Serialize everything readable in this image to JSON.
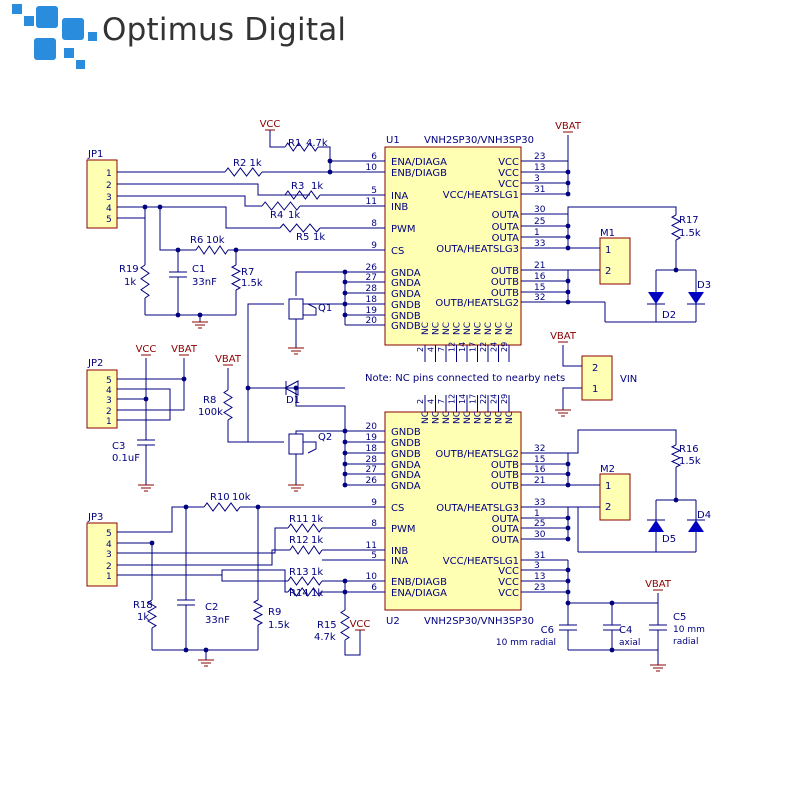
{
  "brand": {
    "name": "Optimus Digital",
    "accent": "#2a8cdc"
  },
  "colors": {
    "wire": "#000080",
    "chip_fill": "#ffffb4",
    "chip_border": "#8b0000",
    "power_label": "#8b0000",
    "junction": "#000080",
    "ground": "#8b0000"
  },
  "u1": {
    "ref": "U1",
    "part": "VNH2SP30/VNH3SP30",
    "left_pins": [
      {
        "num": "6",
        "name": "ENA/DIAGA"
      },
      {
        "num": "10",
        "name": "ENB/DIAGB"
      },
      {
        "num": "5",
        "name": "INA"
      },
      {
        "num": "11",
        "name": "INB"
      },
      {
        "num": "8",
        "name": "PWM"
      },
      {
        "num": "9",
        "name": "CS"
      },
      {
        "num": "26",
        "name": "GNDA"
      },
      {
        "num": "27",
        "name": "GNDA"
      },
      {
        "num": "28",
        "name": "GNDA"
      },
      {
        "num": "18",
        "name": "GNDB"
      },
      {
        "num": "19",
        "name": "GNDB"
      },
      {
        "num": "20",
        "name": "GNDB"
      }
    ],
    "right_pins": [
      {
        "num": "23",
        "name": "VCC"
      },
      {
        "num": "13",
        "name": "VCC"
      },
      {
        "num": "3",
        "name": "VCC"
      },
      {
        "num": "31",
        "name": "VCC/HEATSLG1"
      },
      {
        "num": "30",
        "name": "OUTA"
      },
      {
        "num": "25",
        "name": "OUTA"
      },
      {
        "num": "1",
        "name": "OUTA"
      },
      {
        "num": "33",
        "name": "OUTA/HEATSLG3"
      },
      {
        "num": "21",
        "name": "OUTB"
      },
      {
        "num": "16",
        "name": "OUTB"
      },
      {
        "num": "15",
        "name": "OUTB"
      },
      {
        "num": "32",
        "name": "OUTB/HEATSLG2"
      }
    ],
    "nc_pins": [
      "2",
      "4",
      "7",
      "12",
      "14",
      "17",
      "22",
      "24",
      "29"
    ]
  },
  "u2": {
    "ref": "U2",
    "part": "VNH2SP30/VNH3SP30",
    "left_pins": [
      {
        "num": "20",
        "name": "GNDB"
      },
      {
        "num": "19",
        "name": "GNDB"
      },
      {
        "num": "18",
        "name": "GNDB"
      },
      {
        "num": "28",
        "name": "GNDA"
      },
      {
        "num": "27",
        "name": "GNDA"
      },
      {
        "num": "26",
        "name": "GNDA"
      },
      {
        "num": "9",
        "name": "CS"
      },
      {
        "num": "8",
        "name": "PWM"
      },
      {
        "num": "11",
        "name": "INB"
      },
      {
        "num": "5",
        "name": "INA"
      },
      {
        "num": "10",
        "name": "ENB/DIAGB"
      },
      {
        "num": "6",
        "name": "ENA/DIAGA"
      }
    ],
    "right_pins": [
      {
        "num": "32",
        "name": "OUTB/HEATSLG2"
      },
      {
        "num": "15",
        "name": "OUTB"
      },
      {
        "num": "16",
        "name": "OUTB"
      },
      {
        "num": "21",
        "name": "OUTB"
      },
      {
        "num": "33",
        "name": "OUTA/HEATSLG3"
      },
      {
        "num": "1",
        "name": "OUTA"
      },
      {
        "num": "25",
        "name": "OUTA"
      },
      {
        "num": "30",
        "name": "OUTA"
      },
      {
        "num": "31",
        "name": "VCC/HEATSLG1"
      },
      {
        "num": "3",
        "name": "VCC"
      },
      {
        "num": "13",
        "name": "VCC"
      },
      {
        "num": "23",
        "name": "VCC"
      }
    ],
    "nc_pins": [
      "2",
      "4",
      "7",
      "12",
      "14",
      "17",
      "22",
      "24",
      "29"
    ]
  },
  "nc_label": "NC",
  "note": "Note: NC pins connected to nearby nets",
  "labels": {
    "jp1": "JP1",
    "jp2": "JP2",
    "jp3": "JP3",
    "vcc": "VCC",
    "vbat": "VBAT",
    "vin": "VIN",
    "m1": "M1",
    "m2": "M2",
    "q1": "Q1",
    "q2": "Q2",
    "d1": "D1",
    "d2": "D2",
    "d3": "D3",
    "d4": "D4",
    "d5": "D5",
    "r1": "R1",
    "r1v": "4.7k",
    "r2": "R2 1k",
    "r3": "R3",
    "r3v": "1k",
    "r4": "R4",
    "r4v": "1k",
    "r5": "R5",
    "r5v": "1k",
    "r6": "R6",
    "r6v": "10k",
    "r7": "R7",
    "r7v": "1.5k",
    "r8": "R8",
    "r8v": "100k",
    "r9": "R9",
    "r9v": "1.5k",
    "r10": "R10",
    "r10v": "10k",
    "r11": "R11",
    "r11v": "1k",
    "r12": "R12",
    "r12v": "1k",
    "r13": "R13",
    "r13v": "1k",
    "r14": "R14",
    "r14v": "1k",
    "r15": "R15",
    "r15v": "4.7k",
    "r16": "R16",
    "r16v": "1.5k",
    "r17": "R17",
    "r17v": "1.5k",
    "r18": "R18",
    "r18v": "1k",
    "r19": "R19",
    "r19v": "1k",
    "c1": "C1",
    "c1v": "33nF",
    "c2": "C2",
    "c2v": "33nF",
    "c3": "C3",
    "c3v": "0.1uF",
    "c4": "C4",
    "c4v": "axial",
    "c5": "C5",
    "c5v": "10 mm",
    "c5v2": "radial",
    "c6": "C6",
    "c6v": "10 mm radial"
  },
  "connectors": {
    "jp1": [
      "1",
      "2",
      "3",
      "4",
      "5"
    ],
    "jp2": [
      "5",
      "4",
      "3",
      "2",
      "1"
    ],
    "jp3": [
      "5",
      "4",
      "3",
      "2",
      "1"
    ],
    "vin": [
      "2",
      "1"
    ],
    "m1": [
      "1",
      "2"
    ],
    "m2": [
      "1",
      "2"
    ]
  }
}
